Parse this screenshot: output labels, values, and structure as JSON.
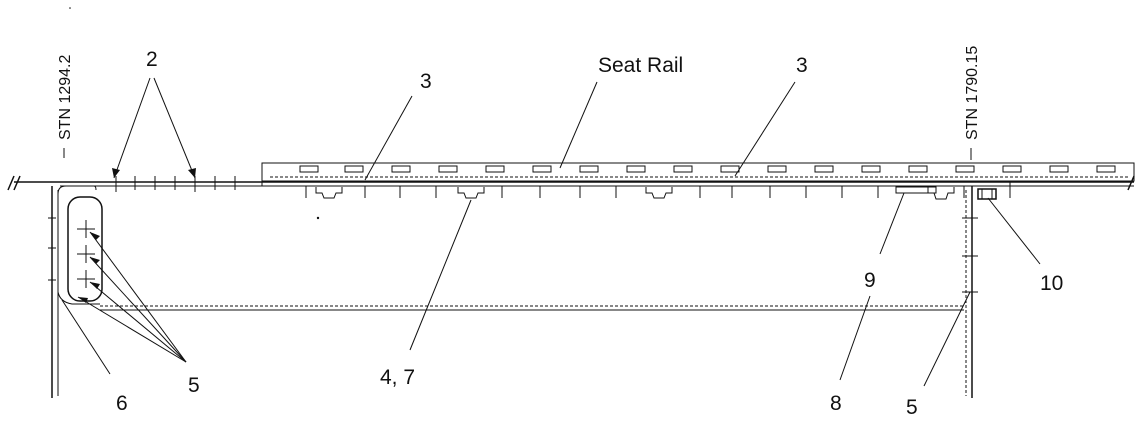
{
  "labels": {
    "stn_left": "STN 1294.2",
    "stn_right": "STN 1790.15",
    "item_2": "2",
    "seat_rail": "Seat Rail",
    "item_3a": "3",
    "item_3b": "3",
    "item_9": "9",
    "item_10": "10",
    "item_6": "6",
    "item_5a": "5",
    "item_4_7": "4, 7",
    "item_8": "8",
    "item_5b": "5"
  }
}
